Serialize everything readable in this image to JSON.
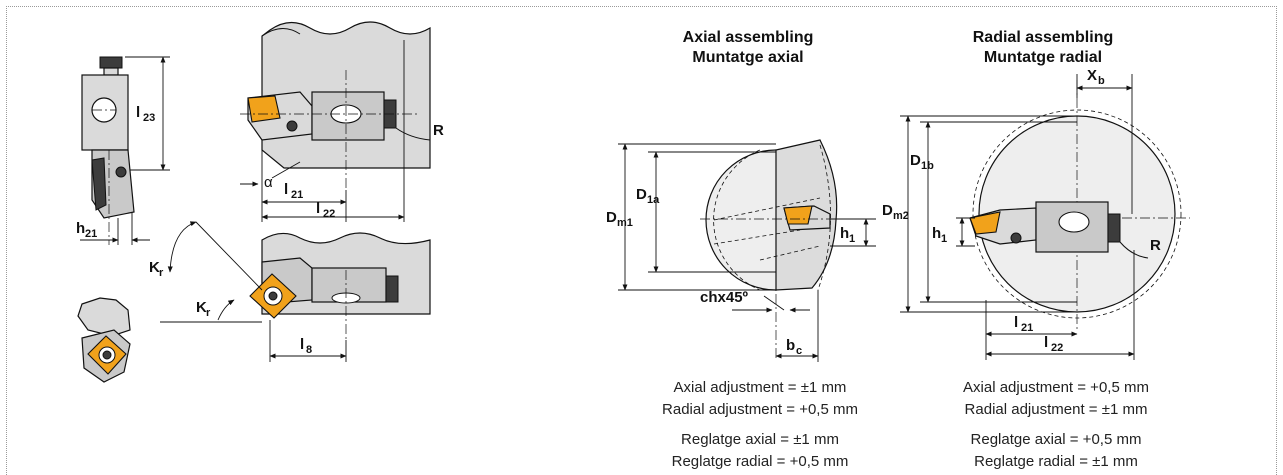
{
  "labels": {
    "l23": "l",
    "l23_sub": "23",
    "h21": "h",
    "h21_sub": "21",
    "R": "R",
    "alpha": "α",
    "l21": "l",
    "l21_sub": "21",
    "l22": "l",
    "l22_sub": "22",
    "Kr": "K",
    "Kr_sub": "r",
    "l8": "l",
    "l8_sub": "8",
    "Dm1": "D",
    "Dm1_sub": "m1",
    "D1a": "D",
    "D1a_sub": "1a",
    "h1": "h",
    "h1_sub": "1",
    "chx45": "chx45º",
    "bc": "b",
    "bc_sub": "c",
    "Xb": "X",
    "Xb_sub": "b",
    "D1b": "D",
    "D1b_sub": "1b",
    "Dm2": "D",
    "Dm2_sub": "m2"
  },
  "axial": {
    "title_en": "Axial assembling",
    "title_ca": "Muntatge axial",
    "notes": [
      "Axial adjustment = ±1 mm",
      "Radial adjustment = +0,5 mm",
      "Reglatge axial = ±1 mm",
      "Reglatge radial = +0,5 mm"
    ]
  },
  "radial": {
    "title_en": "Radial assembling",
    "title_ca": "Muntatge radial",
    "notes": [
      "Axial adjustment = +0,5 mm",
      "Radial adjustment = ±1 mm",
      "Reglatge axial = +0,5 mm",
      "Reglatge radial = ±1 mm"
    ]
  },
  "colors": {
    "insert": "#f1a21b",
    "body": "#dadada",
    "line": "#111111"
  }
}
